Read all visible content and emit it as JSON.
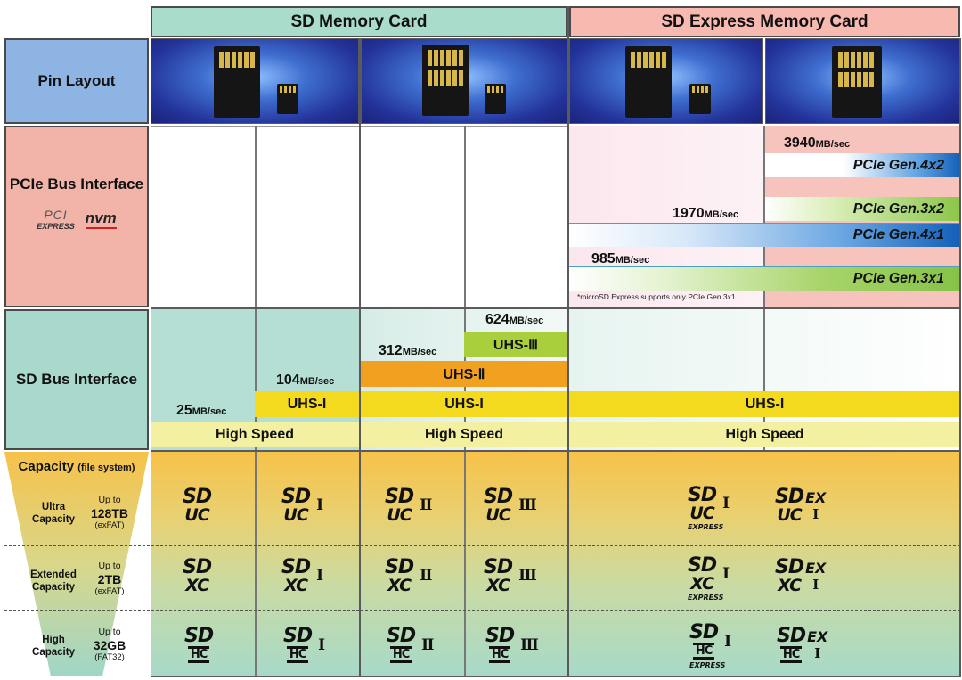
{
  "headers": {
    "sd_memory_card": "SD Memory Card",
    "sd_express_memory_card": "SD Express Memory Card"
  },
  "rows": {
    "pin_layout": "Pin Layout",
    "pcie_bus_interface": "PCIe Bus Interface",
    "sd_bus_interface": "SD Bus Interface",
    "capacity_title": "Capacity",
    "capacity_sub": "(file system)"
  },
  "pcie_logos": {
    "pci": "PCI",
    "express": "EXPRESS",
    "nvm": "nvm"
  },
  "pcie": {
    "speed_3940": "3940",
    "speed_1970": "1970",
    "speed_985": "985",
    "unit": "MB/sec",
    "gen4x2": "PCIe Gen.4x2",
    "gen3x2": "PCIe Gen.3x2",
    "gen4x1": "PCIe Gen.4x1",
    "gen3x1": "PCIe Gen.3x1",
    "footnote": "*microSD Express supports only PCIe Gen.3x1"
  },
  "sdbus": {
    "speed_25": "25",
    "speed_104": "104",
    "speed_312": "312",
    "speed_624": "624",
    "unit": "MB/sec",
    "uhs1": "UHS-I",
    "uhs2": "UHS-Ⅱ",
    "uhs3": "UHS-Ⅲ",
    "high_speed": "High Speed"
  },
  "capacity": {
    "ultra": {
      "name": "Ultra Capacity",
      "upto": "Up to",
      "size": "128TB",
      "fs": "(exFAT)"
    },
    "extended": {
      "name": "Extended Capacity",
      "upto": "Up to",
      "size": "2TB",
      "fs": "(exFAT)"
    },
    "high": {
      "name": "High Capacity",
      "upto": "Up to",
      "size": "32GB",
      "fs": "(FAT32)"
    }
  },
  "logos": {
    "sd": "SD",
    "uc": "UC",
    "xc": "XC",
    "hc": "HC",
    "r1": "I",
    "r2": "Ⅱ",
    "r3": "Ⅲ",
    "ex": "EX",
    "express": "EXPRESS"
  },
  "colors": {
    "header_green": "#a9dccb",
    "header_pink": "#f7b9b0",
    "pin_label_blue": "#8eb4e3",
    "pcie_label_pink": "#f2b3a8",
    "sd_label_teal": "#a9d8cd",
    "uhs1_yellow": "#f3da1f",
    "uhs2_orange": "#f2a020",
    "uhs3_green": "#a9cf3c",
    "high_speed": "#f3f0a2",
    "pcie_blue": "#1f6fc4",
    "pcie_green": "#8cc64a"
  }
}
